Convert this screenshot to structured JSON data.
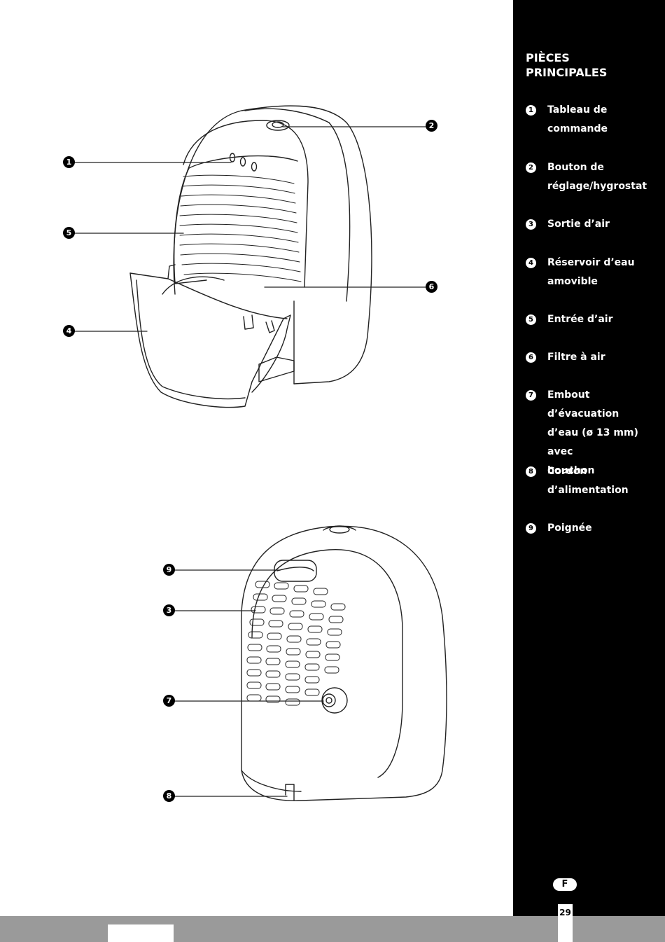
{
  "sidebar": {
    "title_line1": "PIÈCES",
    "title_line2": "PRINCIPALES",
    "parts": [
      {
        "num": "1",
        "lines": [
          "Tableau de",
          "commande"
        ]
      },
      {
        "num": "2",
        "lines": [
          "Bouton de",
          "réglage/hygrostat"
        ]
      },
      {
        "num": "3",
        "lines": [
          "Sortie d’air"
        ]
      },
      {
        "num": "4",
        "lines": [
          "Réservoir d’eau",
          "amovible"
        ]
      },
      {
        "num": "5",
        "lines": [
          "Entrée d’air"
        ]
      },
      {
        "num": "6",
        "lines": [
          "Filtre à air"
        ]
      },
      {
        "num": "7",
        "lines": [
          "Embout d’évacuation",
          "d’eau (ø 13 mm) avec",
          "bouchon"
        ]
      },
      {
        "num": "8",
        "lines": [
          "Cordon",
          "d’alimentation"
        ]
      },
      {
        "num": "9",
        "lines": [
          "Poignée"
        ]
      }
    ]
  },
  "callouts": {
    "c1": "1",
    "c2": "2",
    "c3": "3",
    "c4": "4",
    "c5": "5",
    "c6": "6",
    "c7": "7",
    "c8": "8",
    "c9": "9"
  },
  "footer": {
    "language": "F",
    "page_number": "29"
  },
  "colors": {
    "sidebar_bg": "#000000",
    "footer_bar": "#9a9a9a",
    "text_light": "#ffffff"
  }
}
